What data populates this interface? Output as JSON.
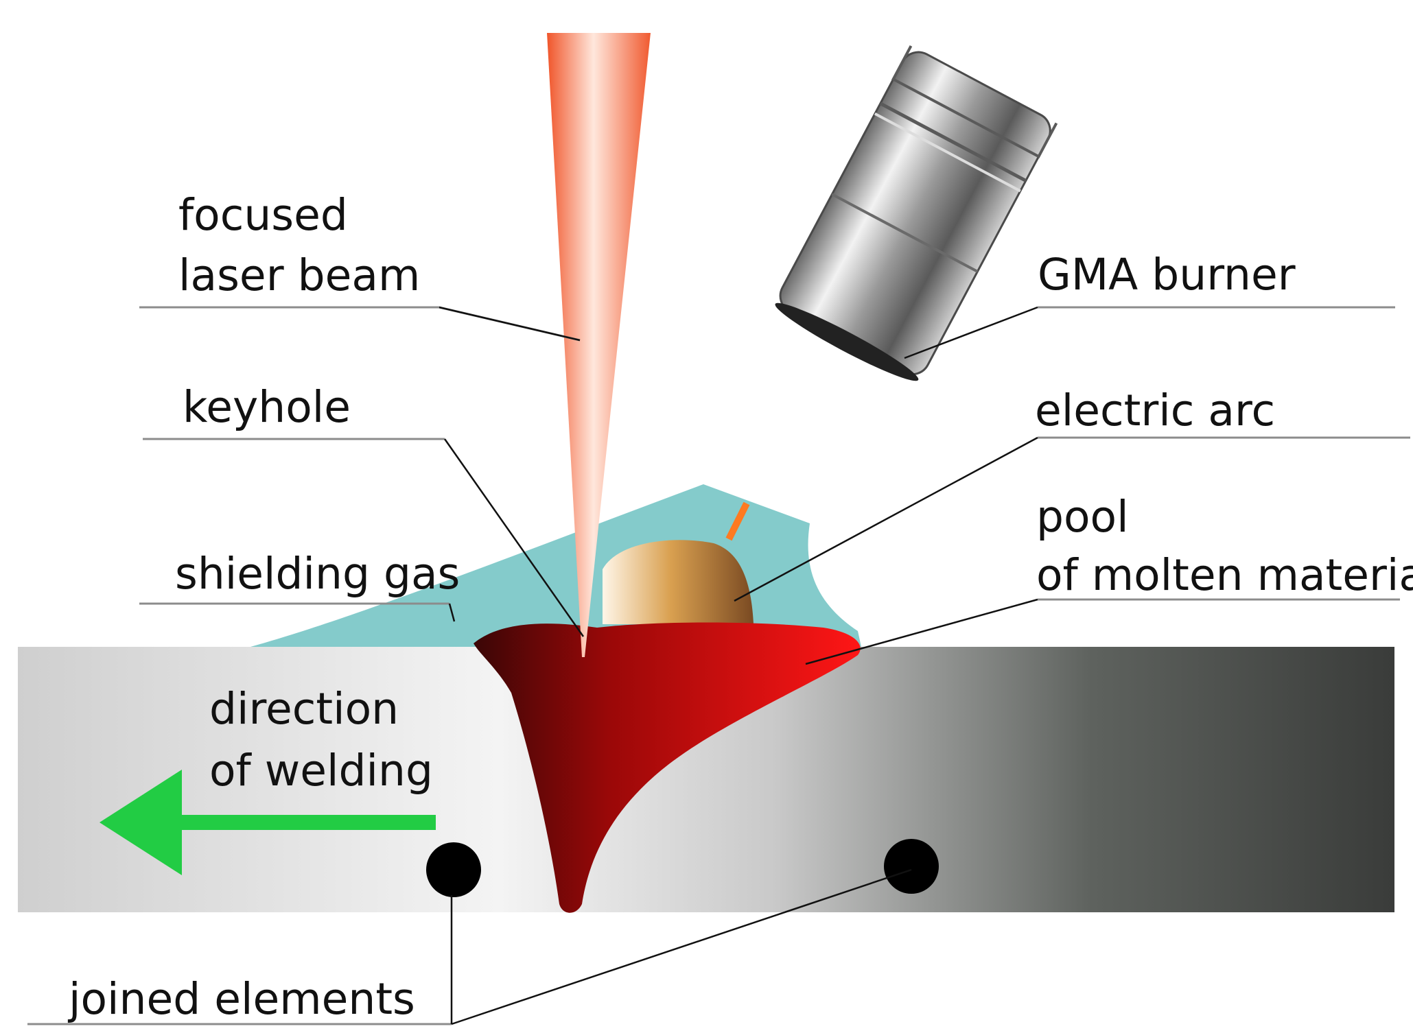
{
  "labels": {
    "laser_line1": "focused",
    "laser_line2": "laser beam",
    "keyhole": "keyhole",
    "shielding_gas": "shielding gas",
    "direction_line1": "direction",
    "direction_line2": "of welding",
    "joined_elements": "joined elements",
    "gma_burner": "GMA burner",
    "electric_arc": "electric arc",
    "pool_line1": "pool",
    "pool_line2": "of molten materiall"
  },
  "colors": {
    "laser": "#f2643c",
    "shielding_gas": "#84cbcb",
    "molten_pool": "#e01010",
    "keyhole_dark": "#5a0a0a",
    "arc_warm": "#c98a3a",
    "direction_arrow": "#22cc44",
    "workpiece_light": "#f4f4f4",
    "workpiece_dark": "#3a3c3a",
    "joint_marker": "#000000"
  },
  "icons": {
    "direction": "green-left-arrow-icon",
    "joint": "black-dot-icon"
  }
}
